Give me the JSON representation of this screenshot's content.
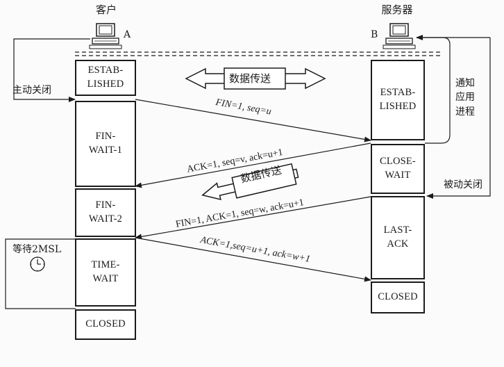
{
  "hosts": {
    "client_title": "客户",
    "client_letter": "A",
    "server_title": "服务器",
    "server_letter": "B"
  },
  "client_states": [
    "ESTAB-\nLISHED",
    "FIN-\nWAIT-1",
    "FIN-\nWAIT-2",
    "TIME-\nWAIT",
    "CLOSED"
  ],
  "server_states": [
    "ESTAB-\nLISHED",
    "CLOSE-\nWAIT",
    "LAST-\nACK",
    "CLOSED"
  ],
  "messages": {
    "fin1": "FIN=1, seq=u",
    "ack1": "ACK=1, seq=v, ack=u+1",
    "fin2": "FIN=1, ACK=1, seq=w, ack=u+1",
    "ack2": "ACK=1,seq=u+1, ack=w+1"
  },
  "data_transfer": {
    "both": "数据传送",
    "one_way": "数据传送"
  },
  "notes": {
    "active_close": "主动关闭",
    "passive_close": "被动关闭",
    "notify_app": "通知\n应用\n进程",
    "wait_2msl": "等待2MSL"
  }
}
